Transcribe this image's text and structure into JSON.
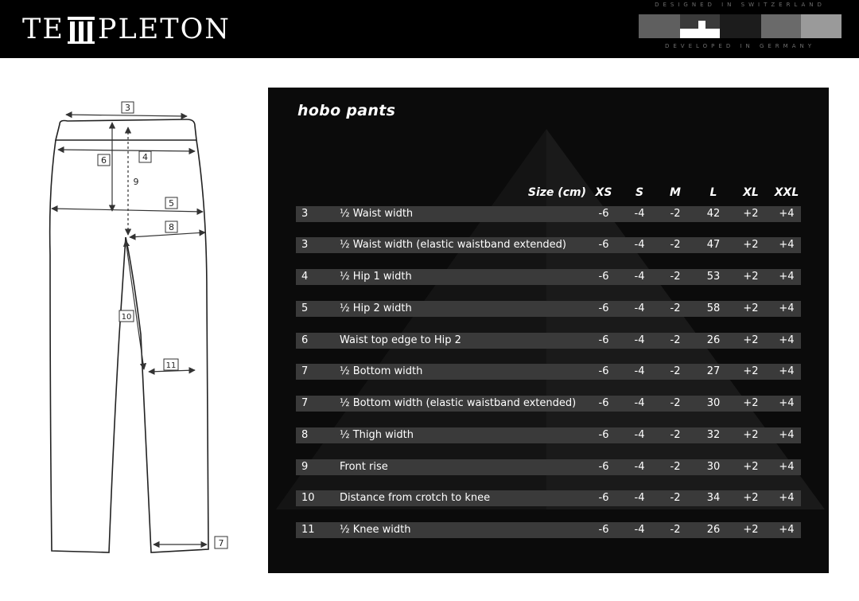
{
  "header": {
    "brand_left": "TE",
    "brand_right": "PLETON",
    "tagline_top": "DESIGNED IN SWITZERLAND",
    "tagline_bottom": "DEVELOPED IN GERMANY"
  },
  "diagram_labels": [
    "3",
    "6",
    "4",
    "9",
    "5",
    "8",
    "10",
    "11",
    "7"
  ],
  "table": {
    "title": "hobo pants",
    "size_header": "Size (cm)",
    "columns": [
      "XS",
      "S",
      "M",
      "L",
      "XL",
      "XXL"
    ],
    "rows": [
      {
        "num": "3",
        "label": "½ Waist width",
        "values": [
          "-6",
          "-4",
          "-2",
          "42",
          "+2",
          "+4"
        ]
      },
      {
        "num": "3",
        "label": "½ Waist width (elastic waistband extended)",
        "values": [
          "-6",
          "-4",
          "-2",
          "47",
          "+2",
          "+4"
        ]
      },
      {
        "num": "4",
        "label": "½ Hip 1 width",
        "values": [
          "-6",
          "-4",
          "-2",
          "53",
          "+2",
          "+4"
        ]
      },
      {
        "num": "5",
        "label": "½ Hip 2 width",
        "values": [
          "-6",
          "-4",
          "-2",
          "58",
          "+2",
          "+4"
        ]
      },
      {
        "num": "6",
        "label": "Waist top edge to Hip 2",
        "values": [
          "-6",
          "-4",
          "-2",
          "26",
          "+2",
          "+4"
        ]
      },
      {
        "num": "7",
        "label": "½ Bottom width",
        "values": [
          "-6",
          "-4",
          "-2",
          "27",
          "+2",
          "+4"
        ]
      },
      {
        "num": "7",
        "label": "½ Bottom width (elastic waistband extended)",
        "values": [
          "-6",
          "-4",
          "-2",
          "30",
          "+2",
          "+4"
        ]
      },
      {
        "num": "8",
        "label": "½ Thigh width",
        "values": [
          "-6",
          "-4",
          "-2",
          "32",
          "+2",
          "+4"
        ]
      },
      {
        "num": "9",
        "label": "Front rise",
        "values": [
          "-6",
          "-4",
          "-2",
          "30",
          "+2",
          "+4"
        ]
      },
      {
        "num": "10",
        "label": "Distance from crotch to knee",
        "values": [
          "-6",
          "-4",
          "-2",
          "34",
          "+2",
          "+4"
        ]
      },
      {
        "num": "11",
        "label": "½ Knee width",
        "values": [
          "-6",
          "-4",
          "-2",
          "26",
          "+2",
          "+4"
        ]
      }
    ]
  }
}
